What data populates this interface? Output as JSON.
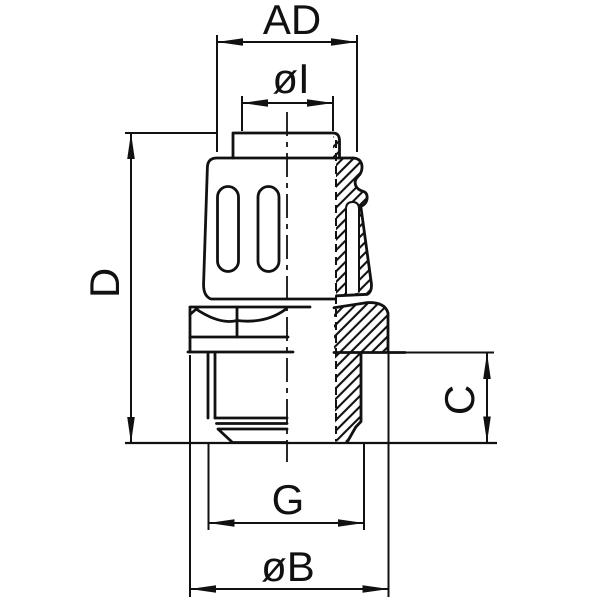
{
  "drawing": {
    "type": "engineering half-section drawing of a liquid-tight conduit fitting / cable gland",
    "colors": {
      "background": "#ffffff",
      "line": "#111111"
    },
    "dimension_labels": {
      "top_width": "AD",
      "inner_diameter": "øI",
      "overall_height": "D",
      "thread_length": "C",
      "thread_size": "G",
      "body_diameter": "øB"
    }
  }
}
